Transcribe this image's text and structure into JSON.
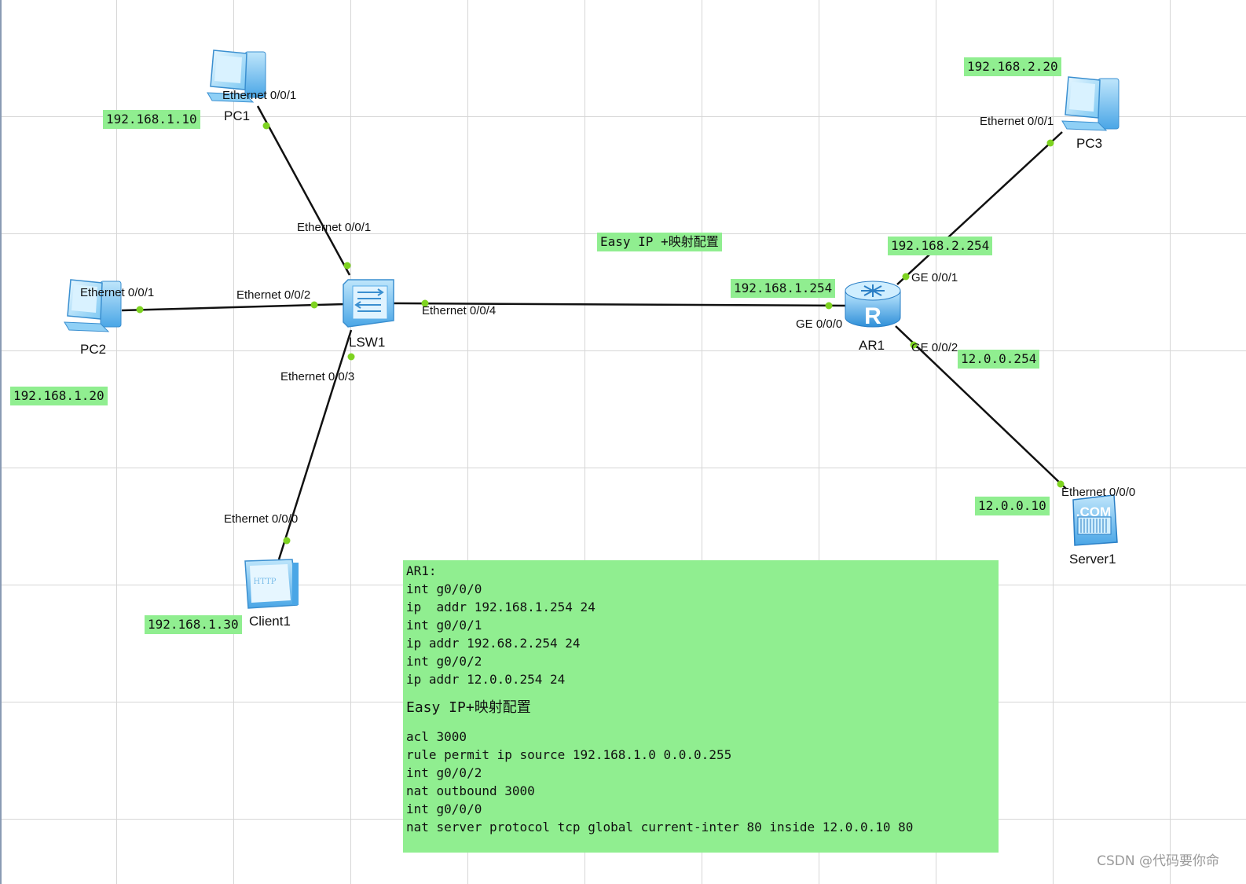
{
  "devices": {
    "pc1": {
      "name": "PC1",
      "ip": "192.168.1.10",
      "port": "Ethernet 0/0/1"
    },
    "pc2": {
      "name": "PC2",
      "ip": "192.168.1.20",
      "port": "Ethernet 0/0/1"
    },
    "pc3": {
      "name": "PC3",
      "ip": "192.168.2.20",
      "port": "Ethernet 0/0/1"
    },
    "client1": {
      "name": "Client1",
      "ip": "192.168.1.30",
      "port": "Ethernet 0/0/0",
      "icon_text": "HTTP"
    },
    "lsw1": {
      "name": "LSW1",
      "ports": [
        "Ethernet 0/0/1",
        "Ethernet 0/0/2",
        "Ethernet 0/0/3",
        "Ethernet 0/0/4"
      ]
    },
    "ar1": {
      "name": "AR1",
      "icon_letter": "R",
      "ports": [
        "GE 0/0/0",
        "GE 0/0/1",
        "GE 0/0/2"
      ],
      "ips": [
        "192.168.1.254",
        "192.168.2.254",
        "12.0.0.254"
      ]
    },
    "server1": {
      "name": "Server1",
      "ip": "12.0.0.10",
      "port": "Ethernet 0/0/0",
      "icon_text": ".COM"
    }
  },
  "title_note": "Easy IP +映射配置",
  "config_lines": [
    "AR1:",
    "int g0/0/0",
    "ip  addr 192.168.1.254 24",
    "int g0/0/1",
    "ip addr 192.68.2.254 24",
    "int g0/0/2",
    "ip addr 12.0.0.254 24",
    "",
    "Easy IP+映射配置",
    "",
    "acl 3000",
    "rule permit ip source 192.168.1.0 0.0.0.255",
    "int g0/0/2",
    "nat outbound 3000",
    "int g0/0/0",
    "nat server protocol tcp global current-inter 80 inside 12.0.0.10 80"
  ],
  "watermark": "CSDN @代码要你命",
  "colors": {
    "label_bg": "#90ee90",
    "link": "#111111",
    "port_dot": "#7ed321",
    "device_blue": "#6bb8f0"
  }
}
